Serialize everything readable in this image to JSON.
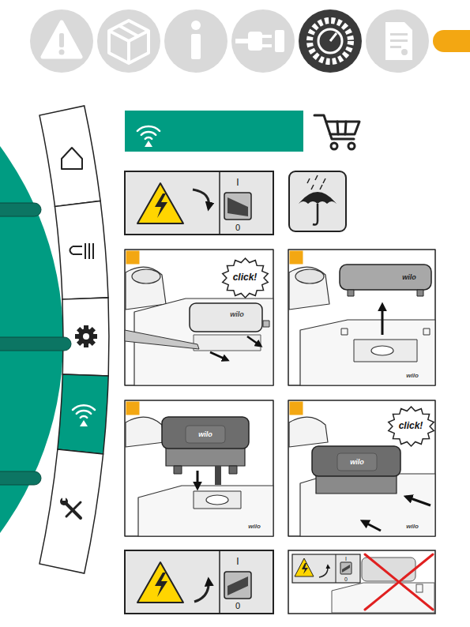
{
  "diagram": {
    "nodes": [
      {
        "text": [
          "click!"
        ]
      },
      {
        "text": [
          "click!"
        ]
      }
    ],
    "labels": [
      "I",
      "0",
      "wilo",
      "wilo",
      "wilo",
      "wilo",
      "wilo",
      "wilo",
      "wilo",
      "I",
      "0",
      "I",
      "0"
    ]
  }
}
